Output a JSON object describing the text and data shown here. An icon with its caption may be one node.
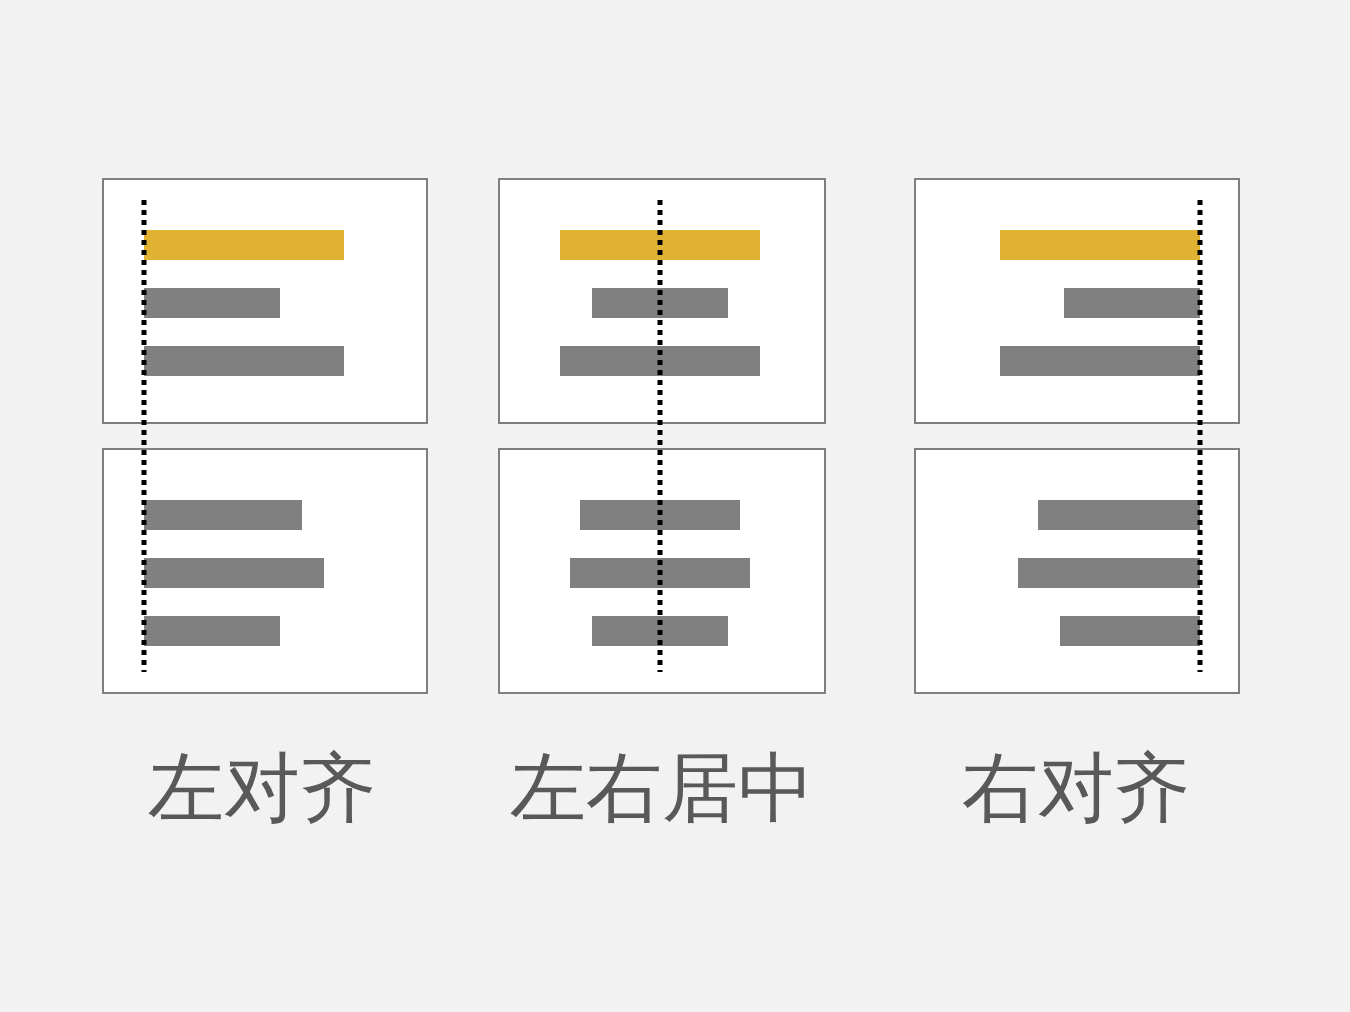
{
  "diagram": {
    "labels": [
      "左对齐",
      "左右居中",
      "右对齐"
    ]
  }
}
